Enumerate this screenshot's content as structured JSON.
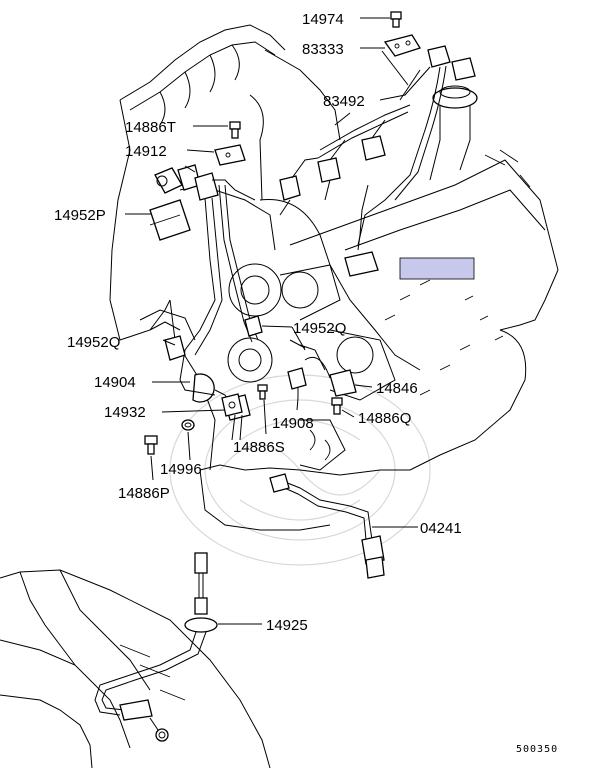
{
  "part_labels": {
    "p14974": "14974",
    "p83333": "83333",
    "p83492": "83492",
    "p14886T": "14886T",
    "p14912": "14912",
    "p14952P": "14952P",
    "p14952Q_a": "14952Q",
    "p14952Q_b": "14952Q",
    "p14904": "14904",
    "p14846": "14846",
    "p14932": "14932",
    "p14908": "14908",
    "p14886Q": "14886Q",
    "p14886S": "14886S",
    "p14996": "14996",
    "p14886P": "14886P",
    "p04241": "04241",
    "p14925": "14925"
  },
  "diagram_ref": "500350",
  "colors": {
    "line": "#000000",
    "highlight": "#c8c8ec",
    "watermark": "#d8d8d8"
  }
}
